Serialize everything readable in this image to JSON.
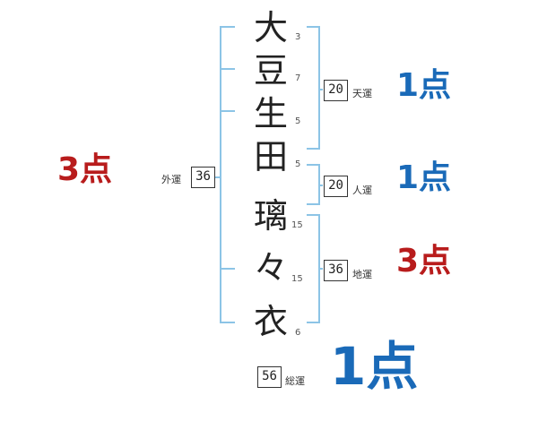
{
  "characters": [
    "大",
    "豆",
    "生",
    "田",
    "璃",
    "々",
    "衣"
  ],
  "strokes": [
    "3",
    "7",
    "5",
    "5",
    "15",
    "15",
    "6"
  ],
  "gaikaku": {
    "label": "外運",
    "value": "36",
    "score": "3点"
  },
  "tenkaku": {
    "label": "天運",
    "value": "20",
    "score": "1点"
  },
  "jinkaku": {
    "label": "人運",
    "value": "20",
    "score": "1点"
  },
  "chikaku": {
    "label": "地運",
    "value": "36",
    "score": "3点"
  },
  "soukaku": {
    "label": "総運",
    "value": "56",
    "score": "1点"
  },
  "colors": {
    "bracket": "#8cc4e6",
    "good": "#1a6ab8",
    "bad": "#b81c1c"
  }
}
